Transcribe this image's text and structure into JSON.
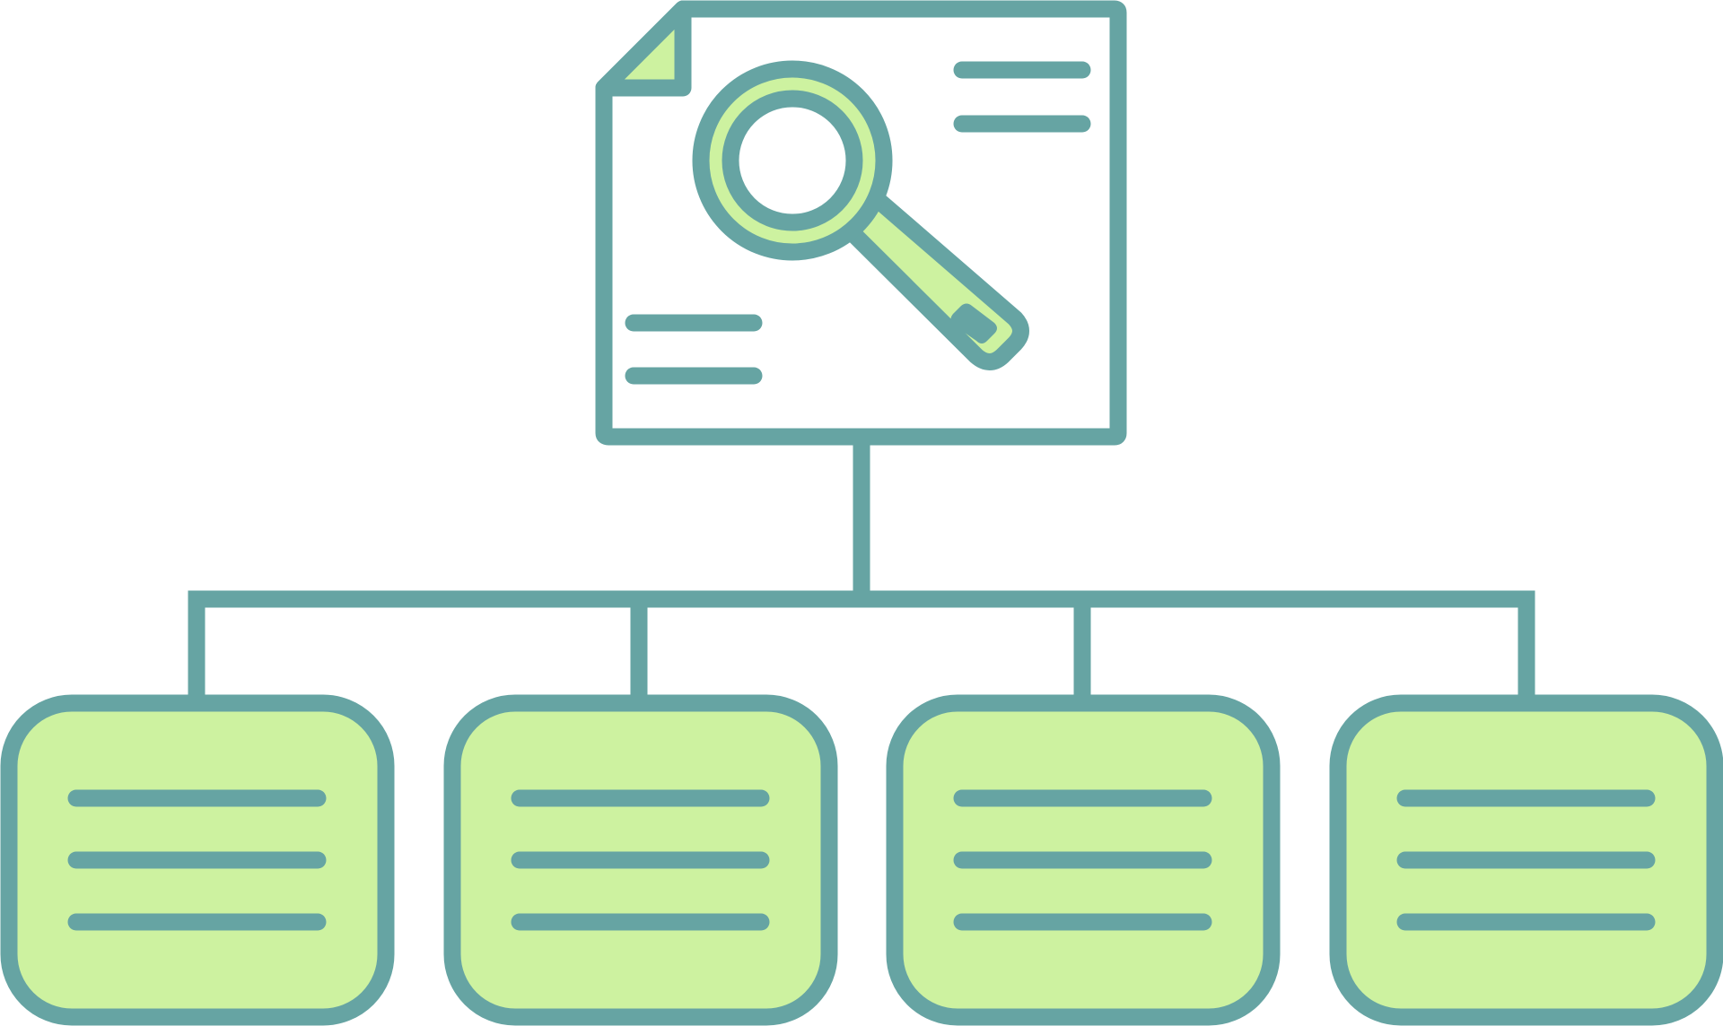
{
  "colors": {
    "stroke": "#66a4a3",
    "fill_accent": "#cdf2a0",
    "background": "#ffffff"
  },
  "diagram": {
    "root": {
      "kind": "document",
      "icon": "magnifier-icon",
      "text_lines": 4
    },
    "children": [
      {
        "kind": "card",
        "text_lines": 3
      },
      {
        "kind": "card",
        "text_lines": 3
      },
      {
        "kind": "card",
        "text_lines": 3
      },
      {
        "kind": "card",
        "text_lines": 3
      }
    ]
  }
}
